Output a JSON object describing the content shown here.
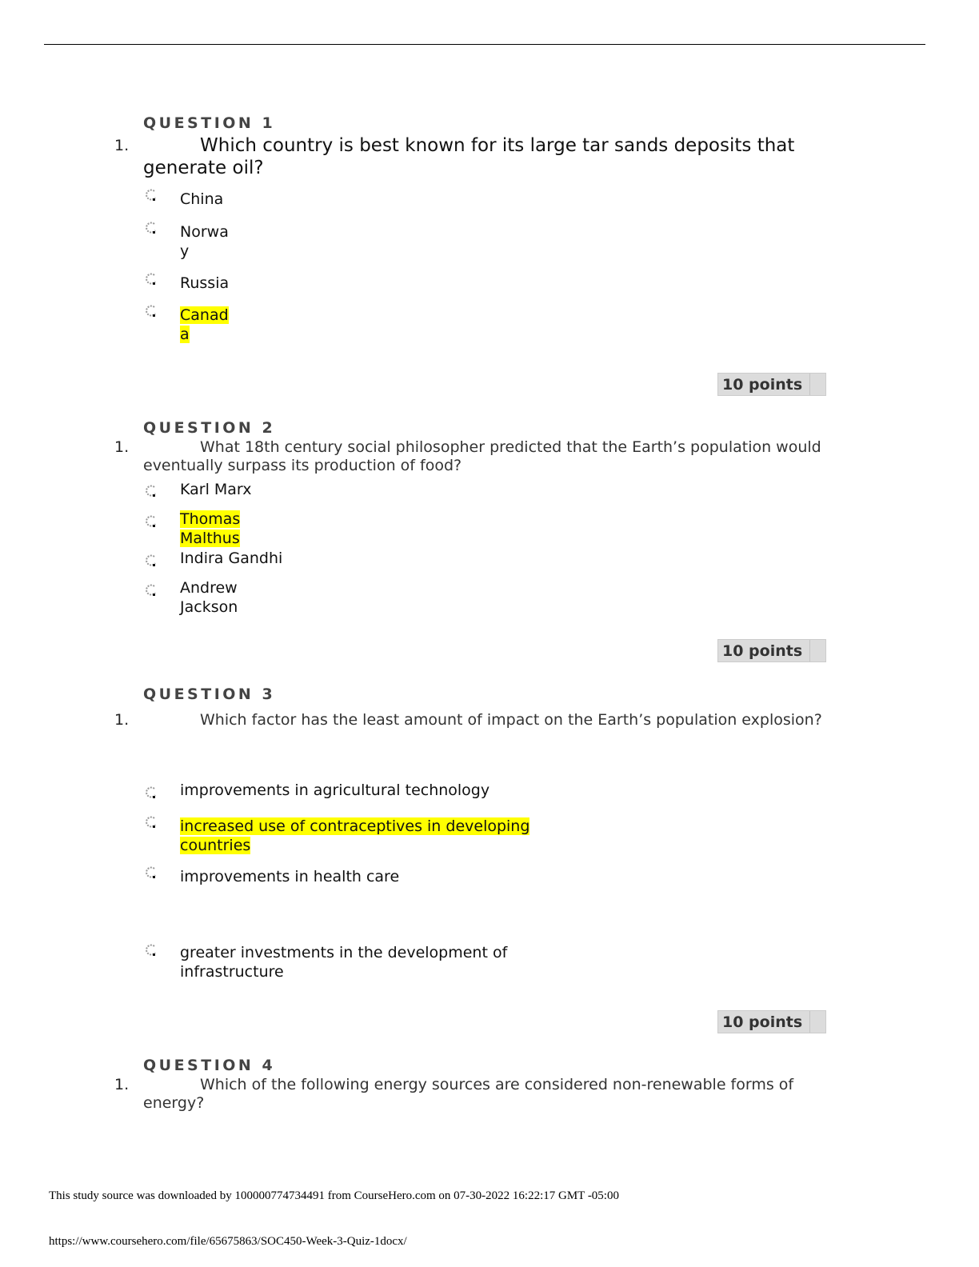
{
  "questions": [
    {
      "header": "QUESTION 1",
      "number": "1.",
      "text": "Which country is best known for its large tar sands deposits that generate oil?",
      "options": [
        {
          "label": "China",
          "highlighted": false
        },
        {
          "label": "Norway",
          "highlighted": false
        },
        {
          "label": "Russia",
          "highlighted": false
        },
        {
          "label": "Canada",
          "highlighted": true
        }
      ],
      "points": "10 points"
    },
    {
      "header": "QUESTION 2",
      "number": "1.",
      "text": "What 18th century social philosopher predicted that the Earth’s population would eventually surpass its production of food?",
      "options": [
        {
          "label": "Karl Marx",
          "highlighted": false
        },
        {
          "label": "Thomas Malthus",
          "highlighted": true
        },
        {
          "label": "Indira Gandhi",
          "highlighted": false
        },
        {
          "label": "Andrew Jackson",
          "highlighted": false
        }
      ],
      "points": "10 points"
    },
    {
      "header": "QUESTION 3",
      "number": "1.",
      "text": "Which factor has the least amount of impact on the Earth’s population explosion?",
      "options": [
        {
          "label": "improvements in agricultural technology",
          "highlighted": false
        },
        {
          "label": "increased use of contraceptives in developing countries",
          "highlighted": true
        },
        {
          "label": "improvements in health care",
          "highlighted": false
        },
        {
          "label": "greater investments in the development of infrastructure",
          "highlighted": false
        }
      ],
      "points": "10 points"
    },
    {
      "header": "QUESTION 4",
      "number": "1.",
      "text": "Which of the following energy sources are considered non-renewable forms of energy?",
      "options": [],
      "points": null
    }
  ],
  "footer": {
    "download_note": "This study source was downloaded by 100000774734491 from CourseHero.com on 07-30-2022 16:22:17 GMT -05:00",
    "url": "https://www.coursehero.com/file/65675863/SOC450-Week-3-Quiz-1docx/"
  },
  "colors": {
    "highlight": "#ffff00",
    "points_bg": "#dcdcdc"
  }
}
